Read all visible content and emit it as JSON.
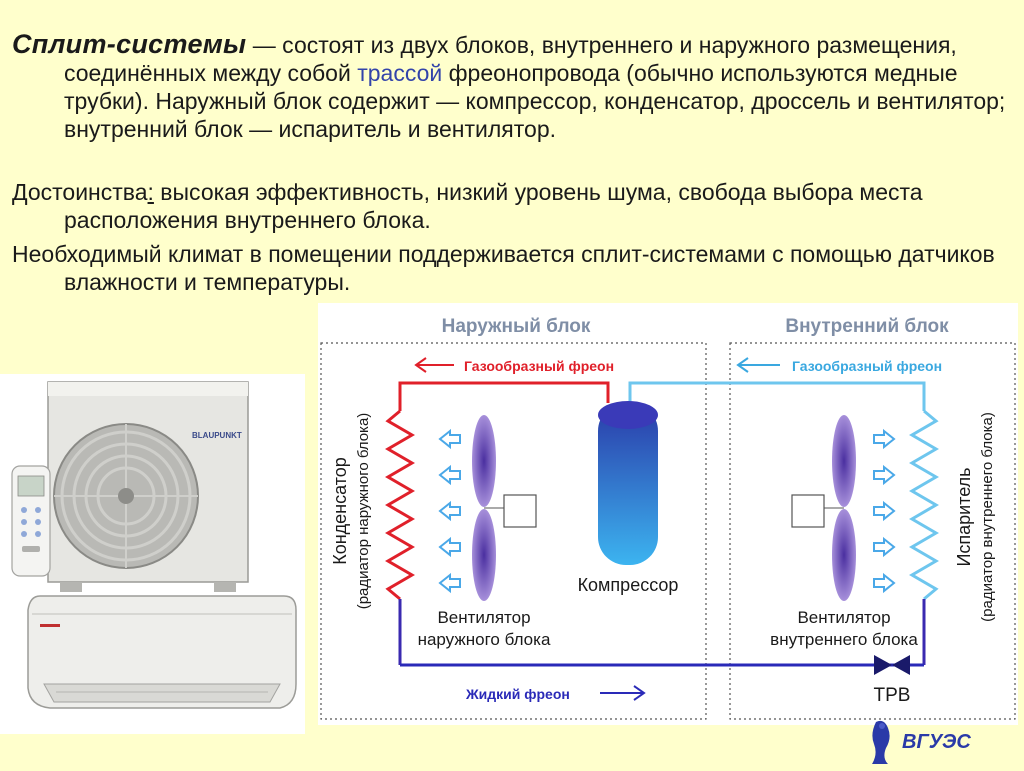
{
  "text": {
    "p1_term": "Сплит-системы",
    "p1_body_a": " — состоят из двух блоков, внутреннего и наружного размещения, соединённых между собой ",
    "p1_link": "трассой",
    "p1_body_b": " фреонопровода (обычно используются медные трубки). Наружный блок содержит  — компрессор, конденсатор, дроссель и вентилятор; внутренний блок — испаритель и вентилятор.",
    "p2_lead": "Достоинства",
    "p2_colon": ":",
    "p2_body": " высокая эффективность, низкий уровень шума, свобода выбора места расположения внутреннего блока.",
    "p3_body": "Необходимый климат в помещении поддерживается сплит-системами с помощью датчиков влажности и температуры."
  },
  "photo": {
    "brand": "BLAUPUNKT"
  },
  "diagram": {
    "outdoor_title": "Наружный блок",
    "indoor_title": "Внутренний блок",
    "gas_freon_left": "Газообразный фреон",
    "gas_freon_right": "Газообразный фреон",
    "liquid_freon": "Жидкий фреон",
    "compressor": "Компрессор",
    "fan_outdoor_1": "Вентилятор",
    "fan_outdoor_2": "наружного блока",
    "fan_indoor_1": "Вентилятор",
    "fan_indoor_2": "внутреннего блока",
    "trv": "ТРВ",
    "condenser_1": "Конденсатор",
    "condenser_2": "(радиатор наружного блока)",
    "evaporator_1": "Испаритель",
    "evaporator_2": "(радиатор внутреннего блока)",
    "colors": {
      "hot": "#e0202a",
      "cold": "#6ec6ee",
      "liquid": "#2a2ab8",
      "fan": "#7a4fc4",
      "title": "#7f8ea6"
    }
  },
  "logo": {
    "text": "ВГУЭС"
  }
}
